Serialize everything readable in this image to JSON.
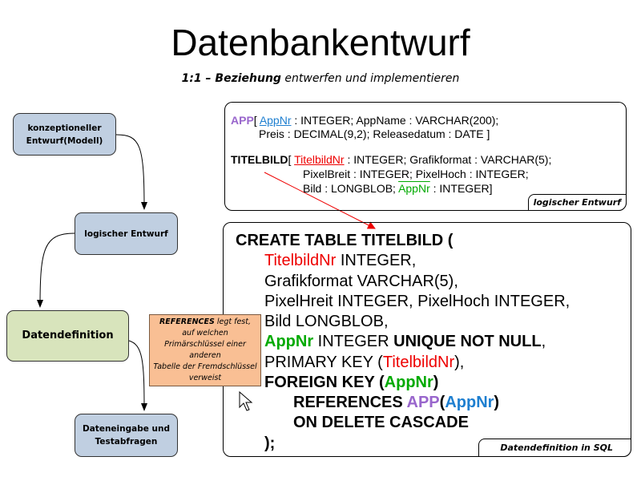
{
  "title": "Datenbankentwurf",
  "subtitle": {
    "bold": "1:1 – Beziehung",
    "rest": " entwerfen und implementieren"
  },
  "flow": [
    {
      "label": "konzeptioneller Entwurf(Modell)"
    },
    {
      "label": "logischer Entwurf"
    },
    {
      "label": "Datendefinition"
    },
    {
      "label": "Dateneingabe und Testabfragen"
    }
  ],
  "logical": {
    "app_name": "APP",
    "app_open": "[ ",
    "app_pk": "AppNr",
    "app_line1_rest": " : INTEGER; AppName : VARCHAR(200);",
    "app_line2": "Preis : DECIMAL(9,2); Releasedatum : DATE ]",
    "tb_name": "TITELBILD",
    "tb_open": "[ ",
    "tb_pk": "TitelbildNr",
    "tb_line1_rest": " : INTEGER; Grafikformat : VARCHAR(5);",
    "tb_line2": "PixelBreit : INTEGER; PixelHoch : INTEGER;",
    "tb_line3_pre": "Bild : LONGBLOB; ",
    "tb_fk": "AppNr",
    "tb_line3_rest": " : INTEGER]",
    "label": "logischer Entwurf"
  },
  "sql": {
    "l1": "CREATE TABLE TITELBILD (",
    "l2_col": "TitelbildNr",
    "l2_rest": " INTEGER,",
    "l3": "Grafikformat VARCHAR(5),",
    "l4": "PixelHreit INTEGER, PixelHoch INTEGER,",
    "l5": "Bild LONGBLOB,",
    "l6_col": "AppNr",
    "l6_type": " INTEGER ",
    "l6_kw": "UNIQUE NOT NULL",
    "l6_end": ",",
    "l7_kw": "PRIMARY KEY (",
    "l7_col": "TitelbildNr",
    "l7_end": "),",
    "l8_kw": "FOREIGN KEY (",
    "l8_col": "AppNr",
    "l8_end": ")",
    "l9_kw": "REFERENCES ",
    "l9_tab": "APP",
    "l9_open": "(",
    "l9_col": "AppNr",
    "l9_end": ")",
    "l10": "ON DELETE CASCADE",
    "l11": ");",
    "label": "Datendefinition in SQL"
  },
  "tooltip": {
    "kw": "REFERENCES",
    "line1_rest": " legt fest, auf welchen",
    "line2": "Primärschlüssel einer anderen",
    "line3": "Tabelle der Fremdschlüssel verweist"
  },
  "colors": {
    "table": "#9966cc",
    "pk_app": "#1e7fd0",
    "pk_titelbild": "#ee0000",
    "fk": "#00aa00",
    "node": "#c0cfe1",
    "node_active": "#d8e4bc",
    "tooltip": "#f9bf94"
  }
}
